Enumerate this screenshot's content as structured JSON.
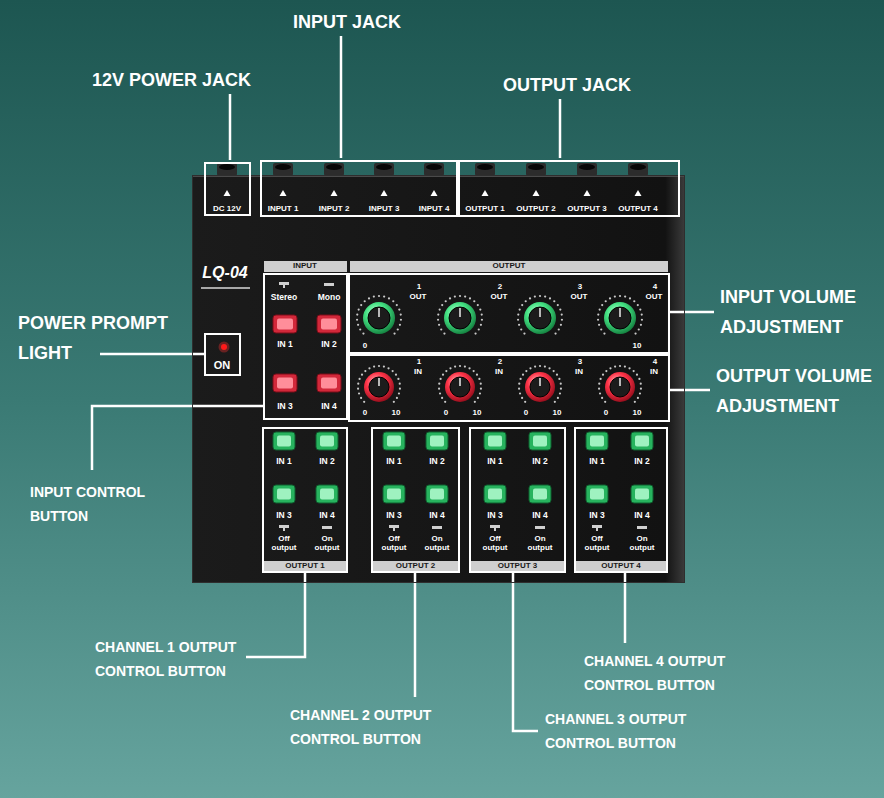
{
  "diagram": {
    "nodes": [
      {
        "text": [
          "LQ-04"
        ]
      },
      {
        "text": [
          "DC 12V"
        ],
        "in": 0
      },
      {
        "text": [
          "INPUT 1",
          "INPUT 2",
          "INPUT 3",
          "INPUT 4"
        ],
        "in": 0
      },
      {
        "text": [
          "OUTPUT 1",
          "OUTPUT 2",
          "OUTPUT 3",
          "OUTPUT 4"
        ],
        "in": 0
      },
      {
        "text": [
          "ON"
        ],
        "in": 0
      },
      {
        "text": [
          "INPUT",
          "Stereo",
          "Mono",
          "IN 1",
          "IN 2",
          "IN 3",
          "IN 4"
        ],
        "in": 0
      },
      {
        "text": [
          "OUTPUT",
          "1",
          "OUT",
          "2",
          "OUT",
          "3",
          "OUT",
          "4",
          "OUT",
          "0",
          "10"
        ],
        "in": 0
      },
      {
        "text": [
          "1",
          "IN",
          "2",
          "IN",
          "3",
          "IN",
          "4",
          "IN",
          "0",
          "10",
          "0",
          "10",
          "0",
          "10",
          "0",
          "10"
        ],
        "in": 0
      },
      {
        "text": [
          "IN 1",
          "IN 2",
          "IN 3",
          "IN 4",
          "Off output",
          "On output",
          "OUTPUT 1"
        ],
        "in": 0
      },
      {
        "text": [
          "IN 1",
          "IN 2",
          "IN 3",
          "IN 4",
          "Off output",
          "On output",
          "OUTPUT 2"
        ],
        "in": 0
      },
      {
        "text": [
          "IN 1",
          "IN 2",
          "IN 3",
          "IN 4",
          "Off output",
          "On output",
          "OUTPUT 3"
        ],
        "in": 0
      },
      {
        "text": [
          "IN 1",
          "IN 2",
          "IN 3",
          "IN 4",
          "Off output",
          "On output",
          "OUTPUT 4"
        ],
        "in": 0
      }
    ],
    "labels": [
      "INPUT JACK",
      "12V POWER JACK",
      "OUTPUT JACK",
      "INPUT VOLUME ADJUSTMENT",
      "POWER PROMPT LIGHT",
      "OUTPUT VOLUME ADJUSTMENT",
      "INPUT CONTROL BUTTON",
      "CHANNEL 1 OUTPUT CONTROL BUTTON",
      "CHANNEL 4 OUTPUT CONTROL BUTTON",
      "CHANNEL 2 OUTPUT CONTROL BUTTON",
      "CHANNEL 3 OUTPUT CONTROL BUTTON"
    ]
  }
}
